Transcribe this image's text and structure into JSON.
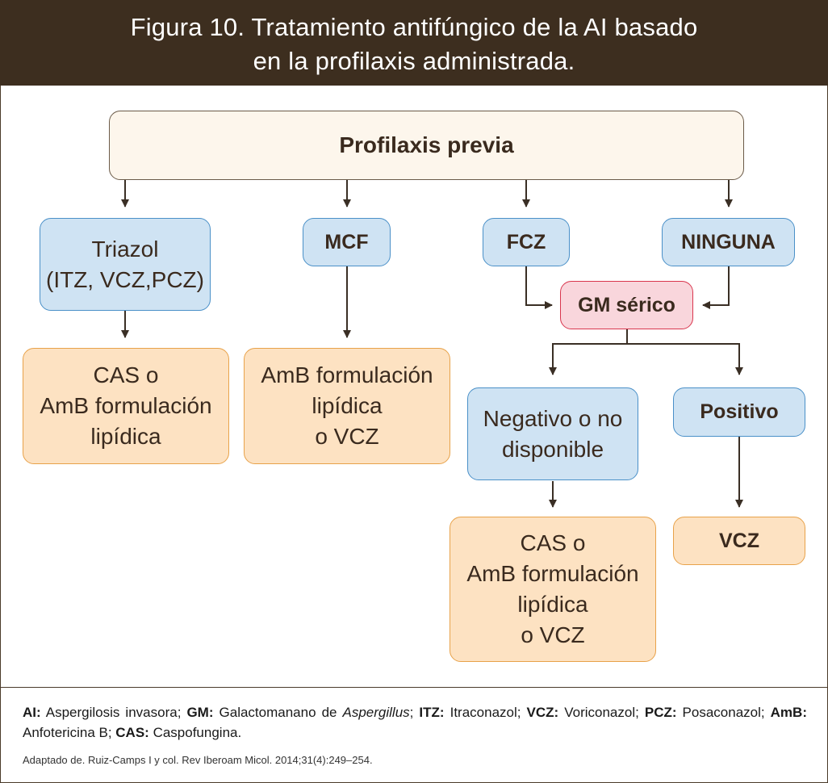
{
  "header": {
    "line1": "Figura 10.  Tratamiento antifúngico de la AI basado",
    "line2": "en la profilaxis administrada."
  },
  "nodes": {
    "profilaxis": "Profilaxis previa",
    "triazol": [
      "Triazol",
      "(ITZ, VCZ,PCZ)"
    ],
    "mcf": "MCF",
    "fcz": "FCZ",
    "ninguna": "NINGUNA",
    "gm_serico": "GM sérico",
    "treat_triazol": [
      "CAS o",
      "AmB formulación",
      "lipídica"
    ],
    "treat_mcf": [
      "AmB formulación",
      "lipídica",
      "o VCZ"
    ],
    "negativo": [
      "Negativo o no",
      "disponible"
    ],
    "positivo": "Positivo",
    "treat_negativo": [
      "CAS o",
      "AmB formulación",
      "lipídica",
      "o VCZ"
    ],
    "treat_positivo": "VCZ"
  },
  "legend": {
    "items": [
      {
        "abbr": "AI:",
        "text": " Aspergilosis invasora; "
      },
      {
        "abbr": "GM:",
        "text": " Galactomanano de ",
        "italic": "Aspergillus",
        "after": "; "
      },
      {
        "abbr": "ITZ:",
        "text": " Itraconazol; "
      },
      {
        "abbr": "VCZ:",
        "text": " Voriconazol; "
      },
      {
        "abbr": "PCZ:",
        "text": " Posaconazol; "
      },
      {
        "abbr": "AmB:",
        "text": " Anfotericina B; "
      },
      {
        "abbr": "CAS:",
        "text": " Caspofungina."
      }
    ]
  },
  "source": "Adaptado de. Ruiz-Camps I y col.  Rev Iberoam Micol. 2014;31(4):249–254.",
  "colors": {
    "header_bg": "#3d2e1f",
    "blue_fill": "#cfe3f3",
    "blue_border": "#4a90c8",
    "orange_fill": "#fde2c2",
    "orange_border": "#e8a24a",
    "red_fill": "#f9d6dc",
    "red_border": "#d9364e",
    "arrow": "#3a2f25"
  }
}
